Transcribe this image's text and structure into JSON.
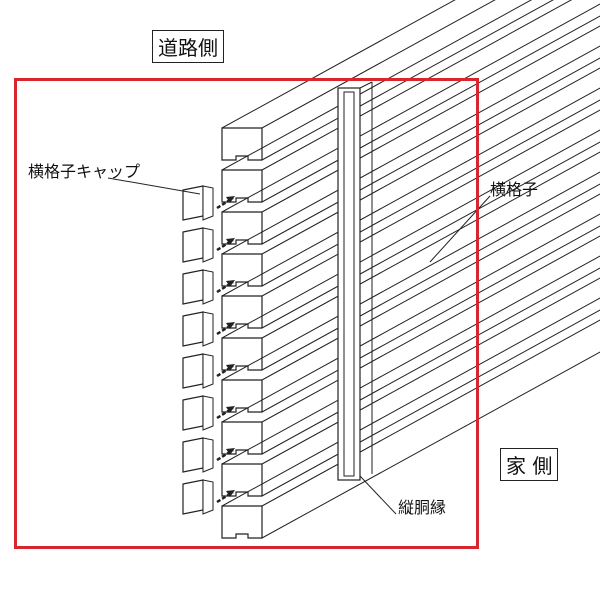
{
  "labels": {
    "road_side": "道路側",
    "house_side": "家 側",
    "cap": "横格子キャップ",
    "slat": "横格子",
    "post": "縦胴縁"
  },
  "colors": {
    "frame": "#d7262e",
    "line": "#222222"
  },
  "counts": {
    "slats": 10,
    "caps": 8
  }
}
